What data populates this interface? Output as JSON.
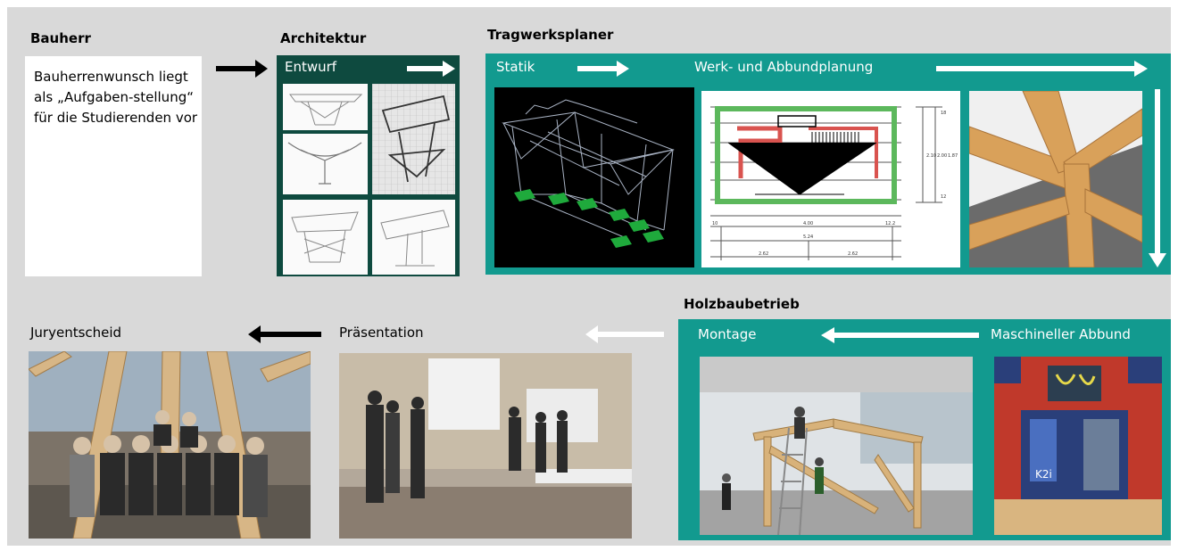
{
  "sections": {
    "bauherr": {
      "heading": "Bauherr",
      "text": "Bauherrenwunsch liegt als „Aufgaben-stellung“ für die Studierenden vor"
    },
    "architektur": {
      "heading": "Architektur",
      "label": "Entwurf"
    },
    "tragwerksplaner": {
      "heading": "Tragwerksplaner",
      "label_statik": "Statik",
      "label_werk": "Werk- und Abbundplanung"
    },
    "holzbaubetrieb": {
      "heading": "Holzbaubetrieb",
      "label_montage": "Montage",
      "label_abbund": "Maschineller Abbund"
    },
    "praesentation": {
      "label": "Präsentation"
    },
    "jury": {
      "label": "Juryentscheid"
    }
  },
  "drawing_dims": {
    "top": [
      "10",
      "4.00",
      "12.2"
    ],
    "mid": "5.24",
    "bottom": [
      "2.62",
      "2.62"
    ],
    "right": [
      "18",
      "2.10",
      "2.00",
      "1.87",
      "12"
    ]
  },
  "machine_label": "K2i",
  "colors": {
    "teal": "#129a8f",
    "dark_green": "#0e4a3f",
    "background": "#d9d9d9"
  }
}
